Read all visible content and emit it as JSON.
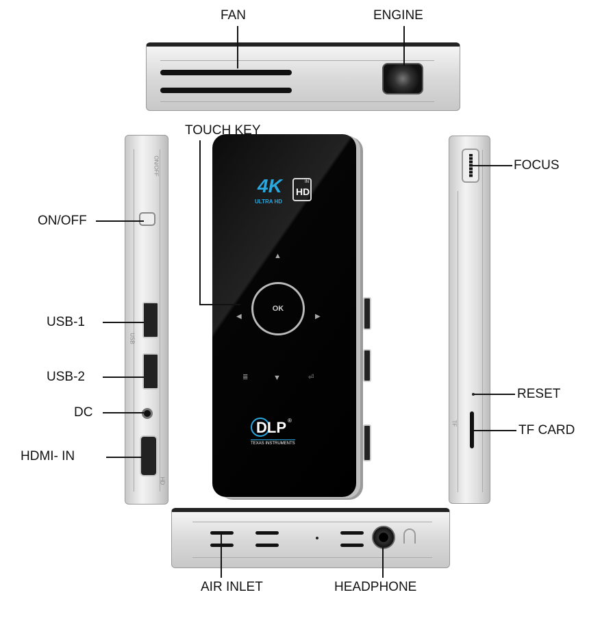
{
  "labels": {
    "fan": "FAN",
    "engine": "ENGINE",
    "touch_key": "TOUCH KEY",
    "on_off": "ON/OFF",
    "usb1": "USB-1",
    "usb2": "USB-2",
    "dc": "DC",
    "hdmi_in": "HDMI- IN",
    "focus": "FOCUS",
    "reset": "RESET",
    "tf_card": "TF CARD",
    "air_inlet": "AIR INLET",
    "headphone": "HEADPHONE"
  },
  "device": {
    "badge_4k": "4K",
    "badge_ultra": "ULTRA HD",
    "badge_hd": "HD",
    "badge_in": "IN",
    "ok": "OK",
    "up": "▲",
    "down": "▼",
    "left": "◀",
    "right": "▶",
    "menu": "≣",
    "back": "⏎",
    "dlp": "DLP",
    "reg": "®",
    "maker": "TEXAS INSTRUMENTS",
    "side_onoff": "ON/OFF",
    "side_usb": "USB",
    "side_hd": "HD",
    "side_tf": "TF"
  },
  "colors": {
    "accent": "#29a8e0",
    "body": "#000000",
    "silver": "#d8d8d8"
  }
}
